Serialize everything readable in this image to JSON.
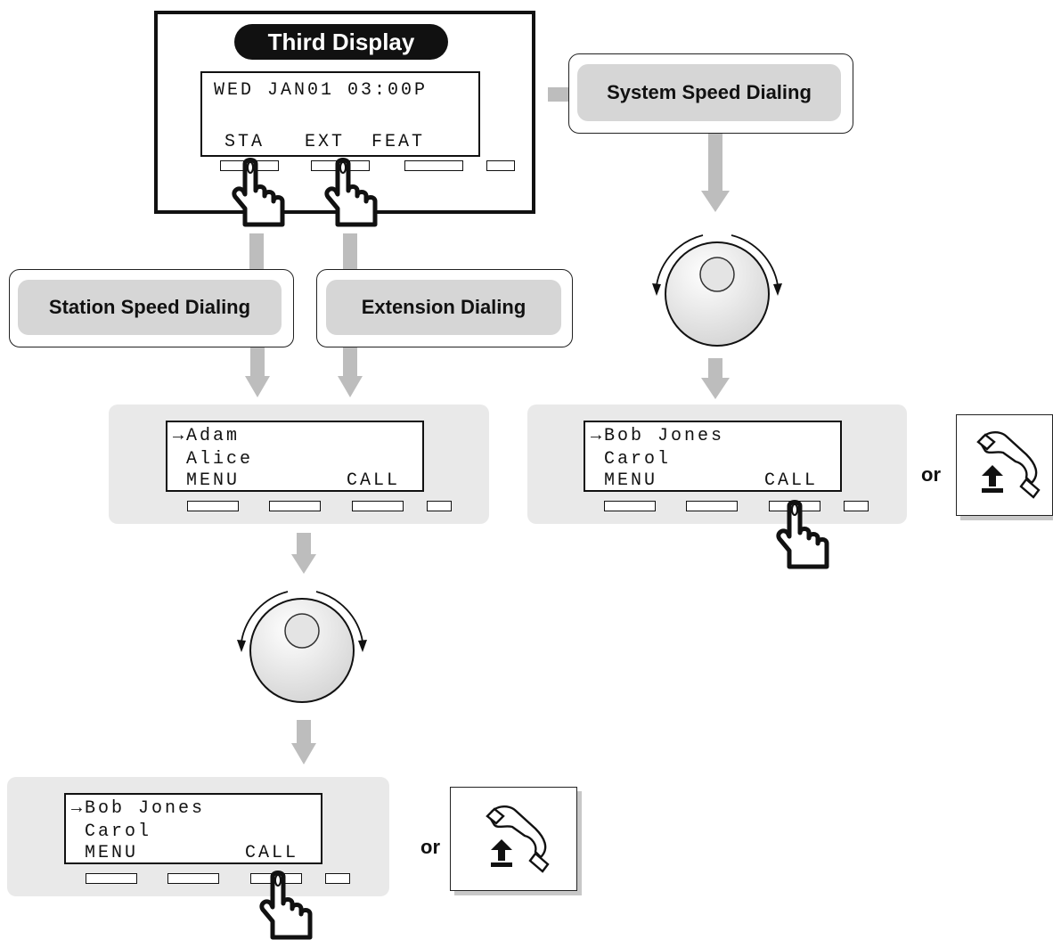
{
  "third_display": {
    "title": "Third Display",
    "line1": "WED JAN01 03:00P",
    "softkeys": "STA   EXT  FEAT"
  },
  "labels": {
    "system_speed": "System Speed Dialing",
    "station_speed": "Station Speed Dialing",
    "extension": "Extension Dialing"
  },
  "mid_left_lcd": {
    "line1": "→Adam",
    "line2": " Alice",
    "line3": " MENU        CALL"
  },
  "right_lcd": {
    "line1": "→Bob Jones",
    "line2": " Carol",
    "line3": " MENU        CALL"
  },
  "bottom_lcd": {
    "line1": "→Bob Jones",
    "line2": " Carol",
    "line3": " MENU        CALL"
  },
  "or_right": "or",
  "or_bottom": "or",
  "icons": {
    "jog_dial": "jog-dial-icon",
    "finger": "pointing-finger-icon",
    "handset": "off-hook-handset-icon"
  },
  "colors": {
    "arrow_gray": "#bdbdbd",
    "label_gray": "#d6d6d6",
    "panel_gray": "#e9e9e9"
  }
}
